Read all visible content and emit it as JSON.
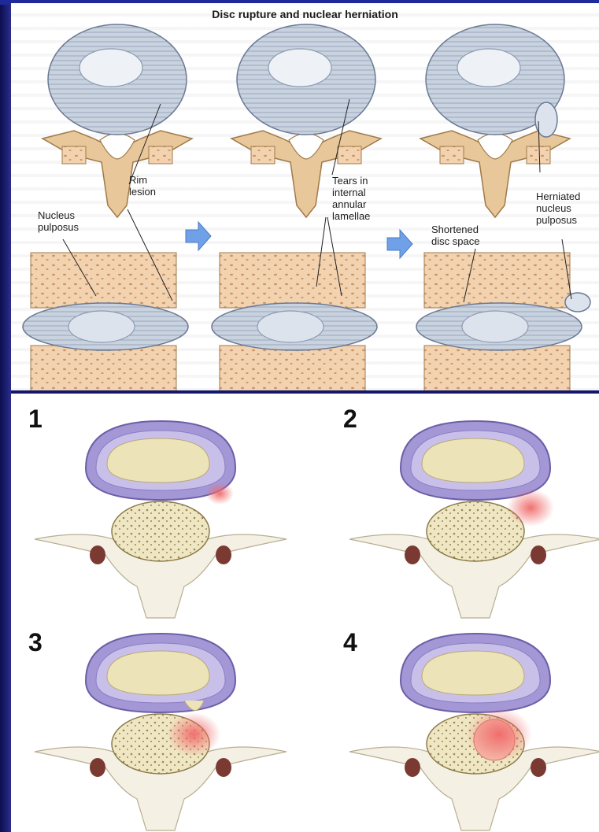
{
  "title": "Disc rupture and nuclear herniation",
  "labels": {
    "rim_lesion": [
      "Rim",
      "lesion"
    ],
    "nucleus_pulposus": [
      "Nucleus",
      "pulposus"
    ],
    "tears": [
      "Tears in",
      "internal",
      "annular",
      "lamellae"
    ],
    "herniated": [
      "Herniated",
      "nucleus",
      "pulposus"
    ],
    "shortened": [
      "Shortened",
      "disc space"
    ]
  },
  "stages": [
    "1",
    "2",
    "3",
    "4"
  ],
  "colors": {
    "frame": "#14166a",
    "bone": "#e8c79a",
    "disc": "#c9d3e0",
    "annulus_purple": "#a497d6",
    "nucleus_beige": "#ece3b8",
    "arrow_blue": "#6fa0e8",
    "inflammation": "#f06a6a"
  }
}
